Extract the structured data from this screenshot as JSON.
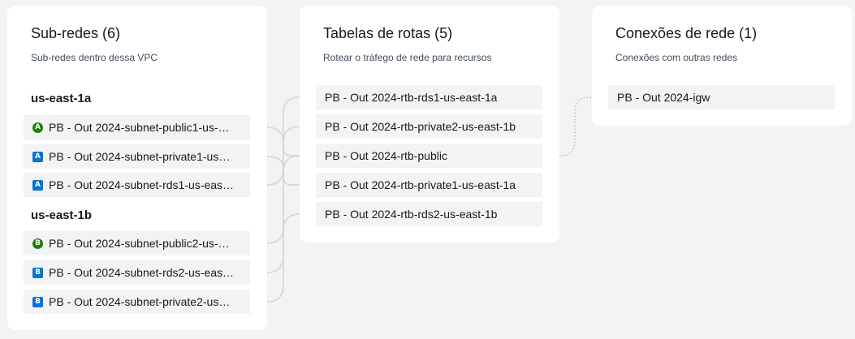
{
  "subnets_panel": {
    "title": "Sub-redes (6)",
    "subtitle": "Sub-redes dentro dessa VPC",
    "zones": [
      {
        "name": "us-east-1a",
        "subnets": [
          {
            "label": "PB - Out 2024-subnet-public1-us-…",
            "badge": "A",
            "kind": "public",
            "icon": "public-subnet-icon"
          },
          {
            "label": "PB - Out 2024-subnet-private1-us…",
            "badge": "A",
            "kind": "private",
            "icon": "private-subnet-icon"
          },
          {
            "label": "PB - Out 2024-subnet-rds1-us-eas…",
            "badge": "A",
            "kind": "private",
            "icon": "private-subnet-icon"
          }
        ]
      },
      {
        "name": "us-east-1b",
        "subnets": [
          {
            "label": "PB - Out 2024-subnet-public2-us-…",
            "badge": "B",
            "kind": "public",
            "icon": "public-subnet-icon"
          },
          {
            "label": "PB - Out 2024-subnet-rds2-us-eas…",
            "badge": "B",
            "kind": "private",
            "icon": "private-subnet-icon"
          },
          {
            "label": "PB - Out 2024-subnet-private2-us…",
            "badge": "B",
            "kind": "private",
            "icon": "private-subnet-icon"
          }
        ]
      }
    ]
  },
  "route_tables_panel": {
    "title": "Tabelas de rotas (5)",
    "subtitle": "Rotear o tráfego de rede para recursos",
    "tables": [
      {
        "label": "PB - Out 2024-rtb-rds1-us-east-1a"
      },
      {
        "label": "PB - Out 2024-rtb-private2-us-east-1b"
      },
      {
        "label": "PB - Out 2024-rtb-public"
      },
      {
        "label": "PB - Out 2024-rtb-private1-us-east-1a"
      },
      {
        "label": "PB - Out 2024-rtb-rds2-us-east-1b"
      }
    ]
  },
  "connections_panel": {
    "title": "Conexões de rede (1)",
    "subtitle": "Conexões com outras redes",
    "connections": [
      {
        "label": "PB - Out 2024-igw"
      }
    ]
  },
  "colors": {
    "public_badge": "#1d8102",
    "private_badge": "#0972d3",
    "connector_line": "#d1d5db",
    "row_background": "#f2f3f3"
  }
}
